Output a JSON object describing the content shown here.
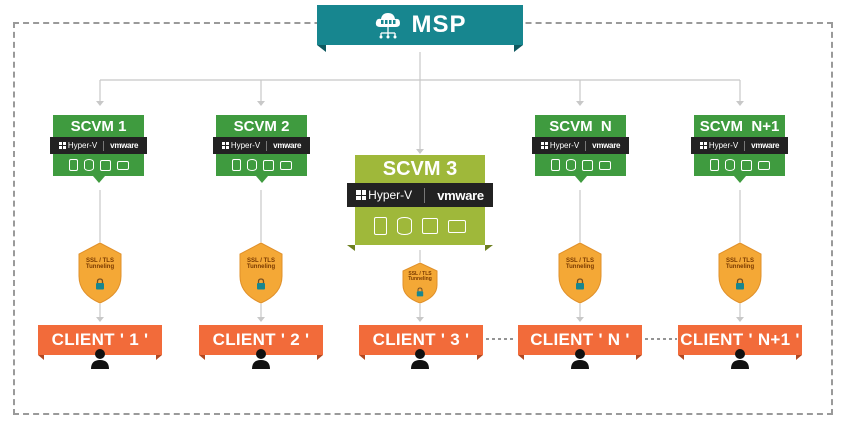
{
  "msp": {
    "title": "MSP",
    "icon": "cloud-network-icon",
    "color": "#17868f"
  },
  "scvm": [
    {
      "title": "SCVM 1",
      "hyperv": "Hyper-V",
      "vmware": "vmware"
    },
    {
      "title": "SCVM 2",
      "hyperv": "Hyper-V",
      "vmware": "vmware"
    },
    {
      "title": "SCVM 3",
      "hyperv": "Hyper-V",
      "vmware": "vmware"
    },
    {
      "title": "SCVM  N",
      "hyperv": "Hyper-V",
      "vmware": "vmware"
    },
    {
      "title": "SCVM  N+1",
      "hyperv": "Hyper-V",
      "vmware": "vmware"
    }
  ],
  "tunnel": {
    "line1": "SSL / TLS",
    "line2": "Tunneling",
    "icon": "padlock-icon"
  },
  "clients": [
    {
      "label": "CLIENT ' 1 '"
    },
    {
      "label": "CLIENT ' 2 '"
    },
    {
      "label": "CLIENT ' 3 '"
    },
    {
      "label": "CLIENT ' N '"
    },
    {
      "label": "CLIENT ' N+1 '"
    }
  ],
  "colors": {
    "scvm": "#3f9b3f",
    "scvm_featured": "#9fb83a",
    "client": "#f26b3a",
    "shield": "#f4a836"
  }
}
